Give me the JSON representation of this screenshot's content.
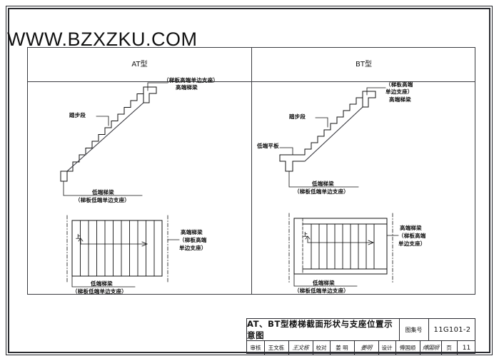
{
  "watermark": "WWW.BZXZKU.COM",
  "table": {
    "columns": [
      {
        "header": "AT型"
      },
      {
        "header": "BT型"
      }
    ]
  },
  "at_section": {
    "high_support_note": "（梯板高端单边支座）",
    "high_beam": "高端梯梁",
    "step_run": "踏步段",
    "low_beam": "低端梯梁",
    "low_support_note": "（梯板低端单边支座）"
  },
  "at_plan": {
    "up_arrow_label": "上",
    "high_beam": "高端梯梁",
    "high_support_note_1": "（梯板高端",
    "high_support_note_2": "单边支座）",
    "low_beam": "低端梯梁",
    "low_support_note": "（梯板低端单边支座）"
  },
  "bt_section": {
    "high_support_note_1": "（梯板高端",
    "high_support_note_2": "单边支座）",
    "high_beam": "高端梯梁",
    "step_run": "踏步段",
    "low_flat_plate": "低端平板",
    "low_beam": "低端梯梁",
    "low_support_note": "（梯板低端单边支座）"
  },
  "bt_plan": {
    "up_arrow_label": "上",
    "high_beam": "高端梯梁",
    "high_support_note_1": "（梯板高端",
    "high_support_note_2": "单边支座）",
    "low_beam": "低端梯梁",
    "low_support_note": "（梯板低端单边支座）"
  },
  "title_block": {
    "title": "AT、BT型楼梯截面形状与支座位置示意图",
    "atlas_label": "图集号",
    "atlas_number": "11G101-2",
    "page_label": "页",
    "page_number": "11",
    "review_label": "审核",
    "review_name": "王文栋",
    "review_signature": "王文栋",
    "proof_label": "校对",
    "proof_name": "姜 明",
    "proof_signature": "姜明",
    "design_label": "设计",
    "design_name": "傅国顺",
    "design_signature": "傅国顺"
  },
  "colors": {
    "ink": "#111111",
    "frame": "#2b2c31",
    "line": "#3a3b40"
  }
}
